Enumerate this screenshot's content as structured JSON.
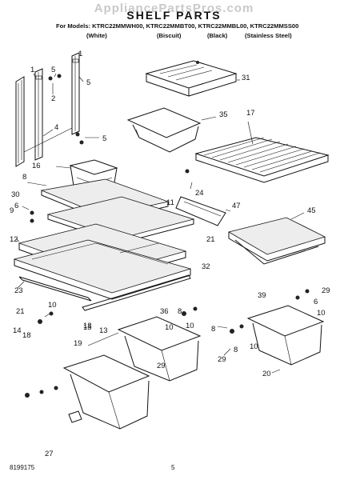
{
  "header": {
    "watermark": "AppliancePartsPros.com",
    "title": "SHELF PARTS",
    "models": "For Models: KTRC22MMWH00, KTRC22MMBT00, KTRC22MMBL00, KTRC22MMSS00",
    "variants": [
      "(White)",
      "(Biscuit)",
      "(Black)",
      "(Stainless Steel)"
    ]
  },
  "callouts": [
    "1",
    "5",
    "1",
    "5",
    "2",
    "5",
    "4",
    "16",
    "8",
    "30",
    "6",
    "9",
    "12",
    "23",
    "21",
    "10",
    "18",
    "14",
    "13",
    "15",
    "13",
    "32",
    "36",
    "8",
    "10",
    "10",
    "29",
    "8",
    "27",
    "19",
    "35",
    "31",
    "17",
    "24",
    "47",
    "11",
    "21",
    "45",
    "39",
    "29",
    "6",
    "10",
    "29",
    "8",
    "10",
    "20"
  ],
  "footer": {
    "doc_number": "8199175",
    "page": "5"
  }
}
